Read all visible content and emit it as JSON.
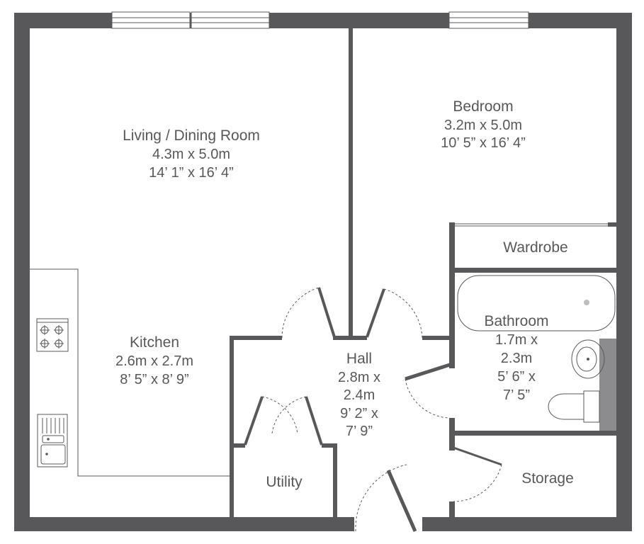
{
  "rooms": {
    "living": {
      "name": "Living / Dining Room",
      "metric": "4.3m x 5.0m",
      "imperial": "14’ 1” x 16’ 4”"
    },
    "bedroom": {
      "name": "Bedroom",
      "metric": "3.2m x 5.0m",
      "imperial": "10’ 5” x 16’ 4”"
    },
    "wardrobe": {
      "name": "Wardrobe"
    },
    "bathroom": {
      "name": "Bathroom",
      "metric_1": "1.7m x",
      "metric_2": "2.3m",
      "imperial_1": "5’ 6” x",
      "imperial_2": "7’ 5”"
    },
    "kitchen": {
      "name": "Kitchen",
      "metric": "2.6m x 2.7m",
      "imperial": "8’ 5” x 8’ 9”"
    },
    "hall": {
      "name": "Hall",
      "metric_1": "2.8m x",
      "metric_2": "2.4m",
      "imperial_1": "9’ 2” x",
      "imperial_2": "7’ 9”"
    },
    "utility": {
      "name": "Utility"
    },
    "storage": {
      "name": "Storage"
    }
  },
  "colors": {
    "wall": "#58585a",
    "fixture_panel": "#8c8c8e",
    "background": "#ffffff"
  }
}
